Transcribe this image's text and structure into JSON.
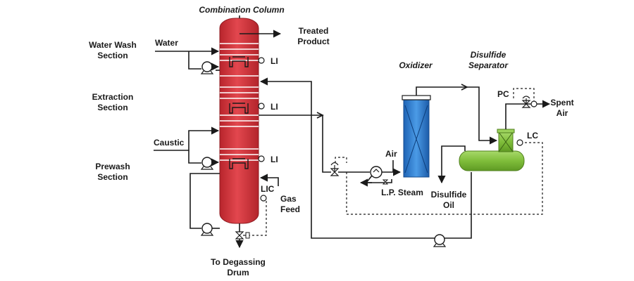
{
  "title": "Combination Column",
  "sections": {
    "water_wash": [
      "Water Wash",
      "Section"
    ],
    "extraction": [
      "Extraction",
      "Section"
    ],
    "prewash": [
      "Prewash",
      "Section"
    ]
  },
  "streams": {
    "water": "Water",
    "caustic": "Caustic",
    "treated_product": [
      "Treated",
      "Product"
    ],
    "gas_feed": [
      "Gas",
      "Feed"
    ],
    "degassing": [
      "To Degassing",
      "Drum"
    ],
    "air": "Air",
    "lp_steam": "L.P. Steam",
    "disulfide_oil": [
      "Disulfide",
      "Oil"
    ],
    "spent_air": [
      "Spent",
      "Air"
    ]
  },
  "equipment": {
    "oxidizer": "Oxidizer",
    "separator": [
      "Disulfide",
      "Separator"
    ]
  },
  "instruments": {
    "li": "LI",
    "lic": "LIC",
    "lc": "LC",
    "pc": "PC"
  },
  "colors": {
    "column": "#d9373f",
    "oxidizer": "#2f80d6",
    "separator": "#86c43f",
    "line": "#1a1a1a"
  }
}
